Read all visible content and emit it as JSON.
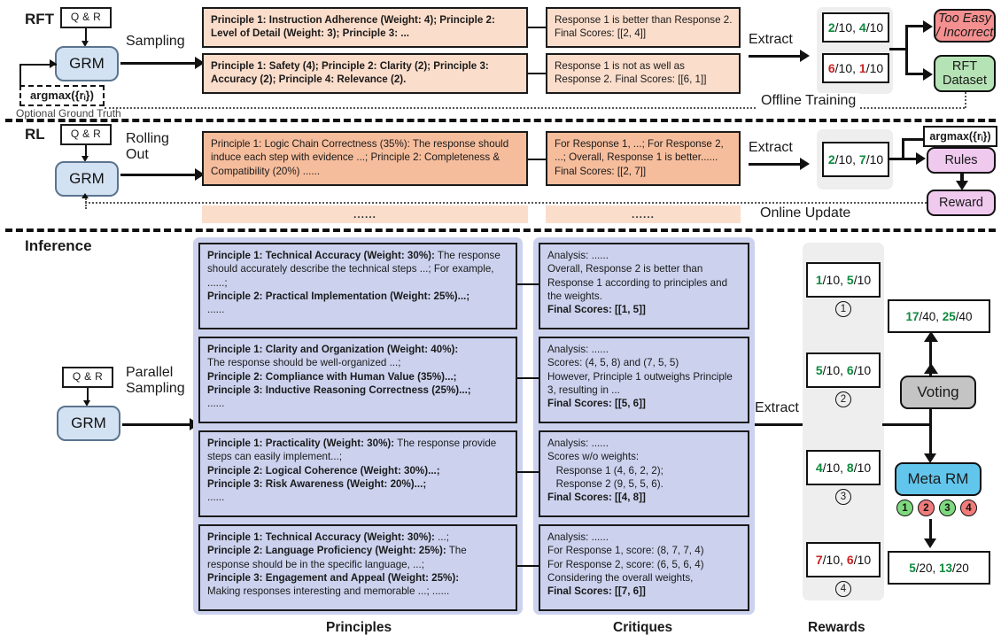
{
  "stages": {
    "rft": {
      "label": "RFT",
      "input_label": "Q & R",
      "model_label": "GRM",
      "arrow_label": "Sampling",
      "extract_label": "Extract",
      "argmax_label": "argmax({rᵢ})",
      "ground_truth_note": "Optional Ground Truth",
      "offline_label": "Offline Training",
      "principles": [
        "Principle 1: Instruction Adherence (Weight: 4); Principle 2: Level of Detail (Weight: 3); Principle 3: ...",
        "Principle 1: Safety (4); Principle 2: Clarity (2); Principle 3: Accuracy (2); Principle 4: Relevance (2)."
      ],
      "critiques": [
        "Response 1 is better than Response 2. Final Scores: [[2, 4]]",
        "Response 1 is not as well as Response 2. Final Scores: [[6, 1]]"
      ],
      "rewards": [
        {
          "r1": "2",
          "r1_color": "green",
          "r2": "4",
          "r2_color": "green",
          "denom": "10"
        },
        {
          "r1": "6",
          "r1_color": "red",
          "r2": "1",
          "r2_color": "red",
          "denom": "10"
        }
      ],
      "outcomes": [
        {
          "label": "Too Easy / Incorrect",
          "color": "#f49090"
        },
        {
          "label": "RFT Dataset",
          "color": "#b6e3b6"
        }
      ]
    },
    "rl": {
      "label": "RL",
      "input_label": "Q & R",
      "model_label": "GRM",
      "arrow_label": "Rolling Out",
      "extract_label": "Extract",
      "argmax_label": "argmax({rᵢ})",
      "online_label": "Online Update",
      "ellipsis": "......",
      "principle": "Principle 1: Logic Chain Correctness (35%): The response should induce each step with evidence ...; Principle 2: Completeness & Compatibility (20%) ......",
      "critique": "For Response 1, ...; For Response 2, ...; Overall, Response 1 is better...... Final Scores: [[2, 7]]",
      "reward": {
        "r1": "2",
        "r1_color": "green",
        "r2": "7",
        "r2_color": "green",
        "denom": "10"
      },
      "rules_label": "Rules",
      "reward_label": "Reward"
    },
    "inference": {
      "label": "Inference",
      "input_label": "Q & R",
      "model_label": "GRM",
      "arrow_label": "Parallel Sampling",
      "extract_label": "Extract",
      "column_titles": {
        "principles": "Principles",
        "critiques": "Critiques",
        "rewards": "Rewards"
      },
      "samples": [
        {
          "index": "1",
          "principle_lines": [
            {
              "text": "Principle 1: Technical Accuracy (Weight: 30%):",
              "bold": true,
              "inline": true
            },
            {
              "text": " The response should accurately describe the technical steps ...; For example, ......;",
              "bold": false,
              "inline": true
            },
            {
              "text": "Principle 2: Practical Implementation (Weight: 25%)...;",
              "bold": true,
              "inline": false
            },
            {
              "text": "......",
              "bold": false,
              "inline": false
            }
          ],
          "critique_lines": [
            {
              "text": "Analysis: ......",
              "bold": false
            },
            {
              "text": "Overall, Response 2 is better than Response 1 according to principles and the weights.",
              "bold": false
            },
            {
              "text": "Final Scores: [[1, 5]]",
              "bold": true
            }
          ],
          "reward": {
            "r1": "1",
            "r1_color": "green",
            "r2": "5",
            "r2_color": "green",
            "denom": "10"
          }
        },
        {
          "index": "2",
          "principle_lines": [
            {
              "text": "Principle 1: Clarity and Organization (Weight: 40%):",
              "bold": true,
              "inline": false
            },
            {
              "text": "The response should be well-organized ...;",
              "bold": false,
              "inline": false
            },
            {
              "text": "Principle 2: Compliance with Human Value (35%)...;",
              "bold": true,
              "inline": false
            },
            {
              "text": "Principle 3: Inductive Reasoning Correctness (25%)...;",
              "bold": true,
              "inline": false
            },
            {
              "text": "......",
              "bold": false,
              "inline": false
            }
          ],
          "critique_lines": [
            {
              "text": "Analysis: ......",
              "bold": false
            },
            {
              "text": "Scores: (4, 5, 8) and (7, 5, 5)",
              "bold": false
            },
            {
              "text": "However, Principle 1 outweighs Principle 3, resulting in ...",
              "bold": false
            },
            {
              "text": "Final Scores: [[5, 6]]",
              "bold": true
            }
          ],
          "reward": {
            "r1": "5",
            "r1_color": "green",
            "r2": "6",
            "r2_color": "green",
            "denom": "10"
          }
        },
        {
          "index": "3",
          "principle_lines": [
            {
              "text": "Principle 1: Practicality (Weight: 30%):",
              "bold": true,
              "inline": true
            },
            {
              "text": " The response provide steps can easily implement...;",
              "bold": false,
              "inline": true
            },
            {
              "text": "Principle 2: Logical Coherence (Weight: 30%)...;",
              "bold": true,
              "inline": false
            },
            {
              "text": "Principle 3: Risk Awareness (Weight: 20%)...;",
              "bold": true,
              "inline": false
            },
            {
              "text": "......",
              "bold": false,
              "inline": false
            }
          ],
          "critique_lines": [
            {
              "text": "Analysis: ......",
              "bold": false
            },
            {
              "text": "Scores w/o weights:",
              "bold": false
            },
            {
              "text": "   Response 1 (4, 6, 2, 2);",
              "bold": false
            },
            {
              "text": "   Response 2 (9, 5, 5, 6).",
              "bold": false
            },
            {
              "text": "Final Scores: [[4, 8]]",
              "bold": true
            }
          ],
          "reward": {
            "r1": "4",
            "r1_color": "green",
            "r2": "8",
            "r2_color": "green",
            "denom": "10"
          }
        },
        {
          "index": "4",
          "principle_lines": [
            {
              "text": "Principle 1: Technical Accuracy (Weight: 30%):",
              "bold": true,
              "inline": true
            },
            {
              "text": " ...;",
              "bold": false,
              "inline": true
            },
            {
              "text": "Principle 2: Language Proficiency (Weight: 25%):",
              "bold": true,
              "inline": true
            },
            {
              "text": " The response should be in the specific language, ...;",
              "bold": false,
              "inline": true
            },
            {
              "text": "Principle 3: Engagement and Appeal (Weight: 25%):",
              "bold": true,
              "inline": false
            },
            {
              "text": "Making responses interesting and memorable ...; ......",
              "bold": false,
              "inline": false
            }
          ],
          "critique_lines": [
            {
              "text": "Analysis: ......",
              "bold": false
            },
            {
              "text": "For Response 1, score: (8, 7, 7, 4)",
              "bold": false
            },
            {
              "text": "For Response 2, score: (6, 5, 6, 4)",
              "bold": false
            },
            {
              "text": "Considering the overall weights,",
              "bold": false
            },
            {
              "text": "Final Scores: [[7, 6]]",
              "bold": true
            }
          ],
          "reward": {
            "r1": "7",
            "r1_color": "red",
            "r2": "6",
            "r2_color": "red",
            "denom": "10"
          }
        }
      ],
      "voting_label": "Voting",
      "voting_result": {
        "r1": "17",
        "r2": "25",
        "denom": "40",
        "r1_color": "green",
        "r2_color": "green"
      },
      "meta_rm_label": "Meta RM",
      "meta_rm_votes": [
        {
          "num": "1",
          "accept": true
        },
        {
          "num": "2",
          "accept": false
        },
        {
          "num": "3",
          "accept": true
        },
        {
          "num": "4",
          "accept": false
        }
      ],
      "meta_result": {
        "r1": "5",
        "r2": "13",
        "denom": "20",
        "r1_color": "green",
        "r2_color": "green"
      }
    }
  },
  "colors": {
    "peach_fill": "#fbddcb",
    "peach_strong": "#f6bd9c",
    "blue_fill": "#ccd2ee",
    "grm_fill": "#d3e2f2",
    "pink": "#f49090",
    "green": "#b6e3b6",
    "violet": "#f0c9ef",
    "cyan": "#62c6ec",
    "grey": "#c4c4c4",
    "score_green": "#0e8a3e",
    "score_red": "#cc2222"
  }
}
